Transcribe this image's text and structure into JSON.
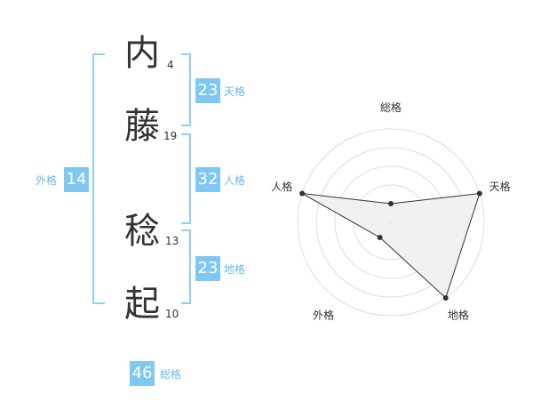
{
  "name": {
    "characters": [
      {
        "char": "内",
        "strokes": "4"
      },
      {
        "char": "藤",
        "strokes": "19"
      },
      {
        "char": "稔",
        "strokes": "13"
      },
      {
        "char": "起",
        "strokes": "10"
      }
    ]
  },
  "fortunes": {
    "tenkaku": {
      "value": "23",
      "label": "天格"
    },
    "jinkaku": {
      "value": "32",
      "label": "人格"
    },
    "chikaku": {
      "value": "23",
      "label": "地格"
    },
    "gaikaku": {
      "value": "14",
      "label": "外格"
    },
    "soukaku": {
      "value": "46",
      "label": "総格"
    }
  },
  "colors": {
    "accent": "#7ec8f2",
    "bracket": "#8fd0f5",
    "label": "#6cb8e8",
    "text": "#333333"
  },
  "chart_data": {
    "type": "radar",
    "axes": [
      "総格",
      "天格",
      "地格",
      "外格",
      "人格"
    ],
    "rlim": [
      0,
      5
    ],
    "rings": 5,
    "values": [
      1,
      5,
      5,
      1,
      5
    ]
  }
}
